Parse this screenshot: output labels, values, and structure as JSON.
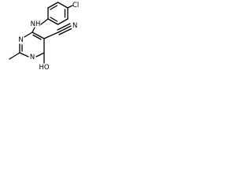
{
  "molecule": {
    "atoms": {
      "chloro": "Cl",
      "amine": "NH",
      "ring_n_left": "N",
      "ring_n_bottom": "N",
      "nitrile_n": "N",
      "hydroxyl": "HO"
    }
  },
  "colors": {
    "bond": "#000000",
    "label": "#000000",
    "background": "#ffffff"
  }
}
